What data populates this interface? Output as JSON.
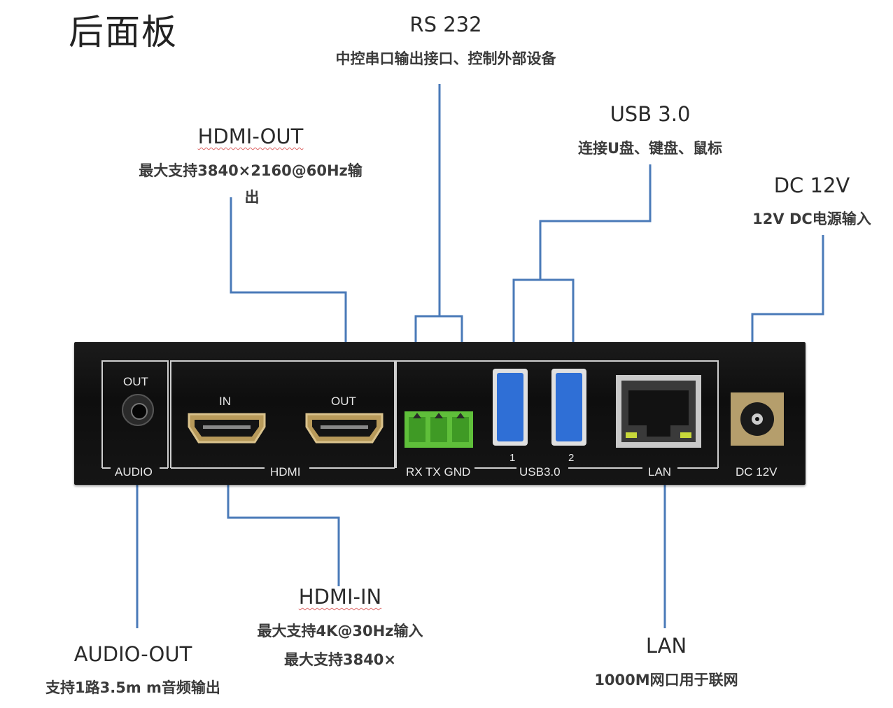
{
  "page": {
    "title": "后面板"
  },
  "callouts": {
    "rs232": {
      "title": "RS 232",
      "desc": "中控串口输出接口、控制外部设备"
    },
    "usb": {
      "title": "USB 3.0",
      "desc": "连接U盘、键盘、鼠标"
    },
    "hdmi_out": {
      "title": "HDMI-OUT",
      "desc": "最大支持3840×2160@60Hz输",
      "desc2": "出"
    },
    "dc": {
      "title": "DC 12V",
      "desc": "12V DC电源输入"
    },
    "hdmi_in": {
      "title": "HDMI-IN",
      "desc": "最大支持4K@30Hz输入",
      "desc2": "最大支持3840×"
    },
    "audio_out": {
      "title": "AUDIO-OUT",
      "desc": "支持1路3.5m m音频输出"
    },
    "lan": {
      "title": "LAN",
      "desc": "1000M网口用于联网"
    }
  },
  "panel": {
    "audio_out_label": "OUT",
    "audio_group": "AUDIO",
    "hdmi_in_label": "IN",
    "hdmi_out_label": "OUT",
    "hdmi_group": "HDMI",
    "rs232_group": "RX TX GND",
    "usb_group": "USB3.0",
    "usb_port_1": "1",
    "usb_port_2": "2",
    "lan_group": "LAN",
    "dc_group": "DC 12V"
  },
  "colors": {
    "leader_line": "#4a7ab8",
    "usb_blue": "#2f6fd6",
    "terminal_green": "#5fbf3a",
    "chassis": "#151515"
  }
}
